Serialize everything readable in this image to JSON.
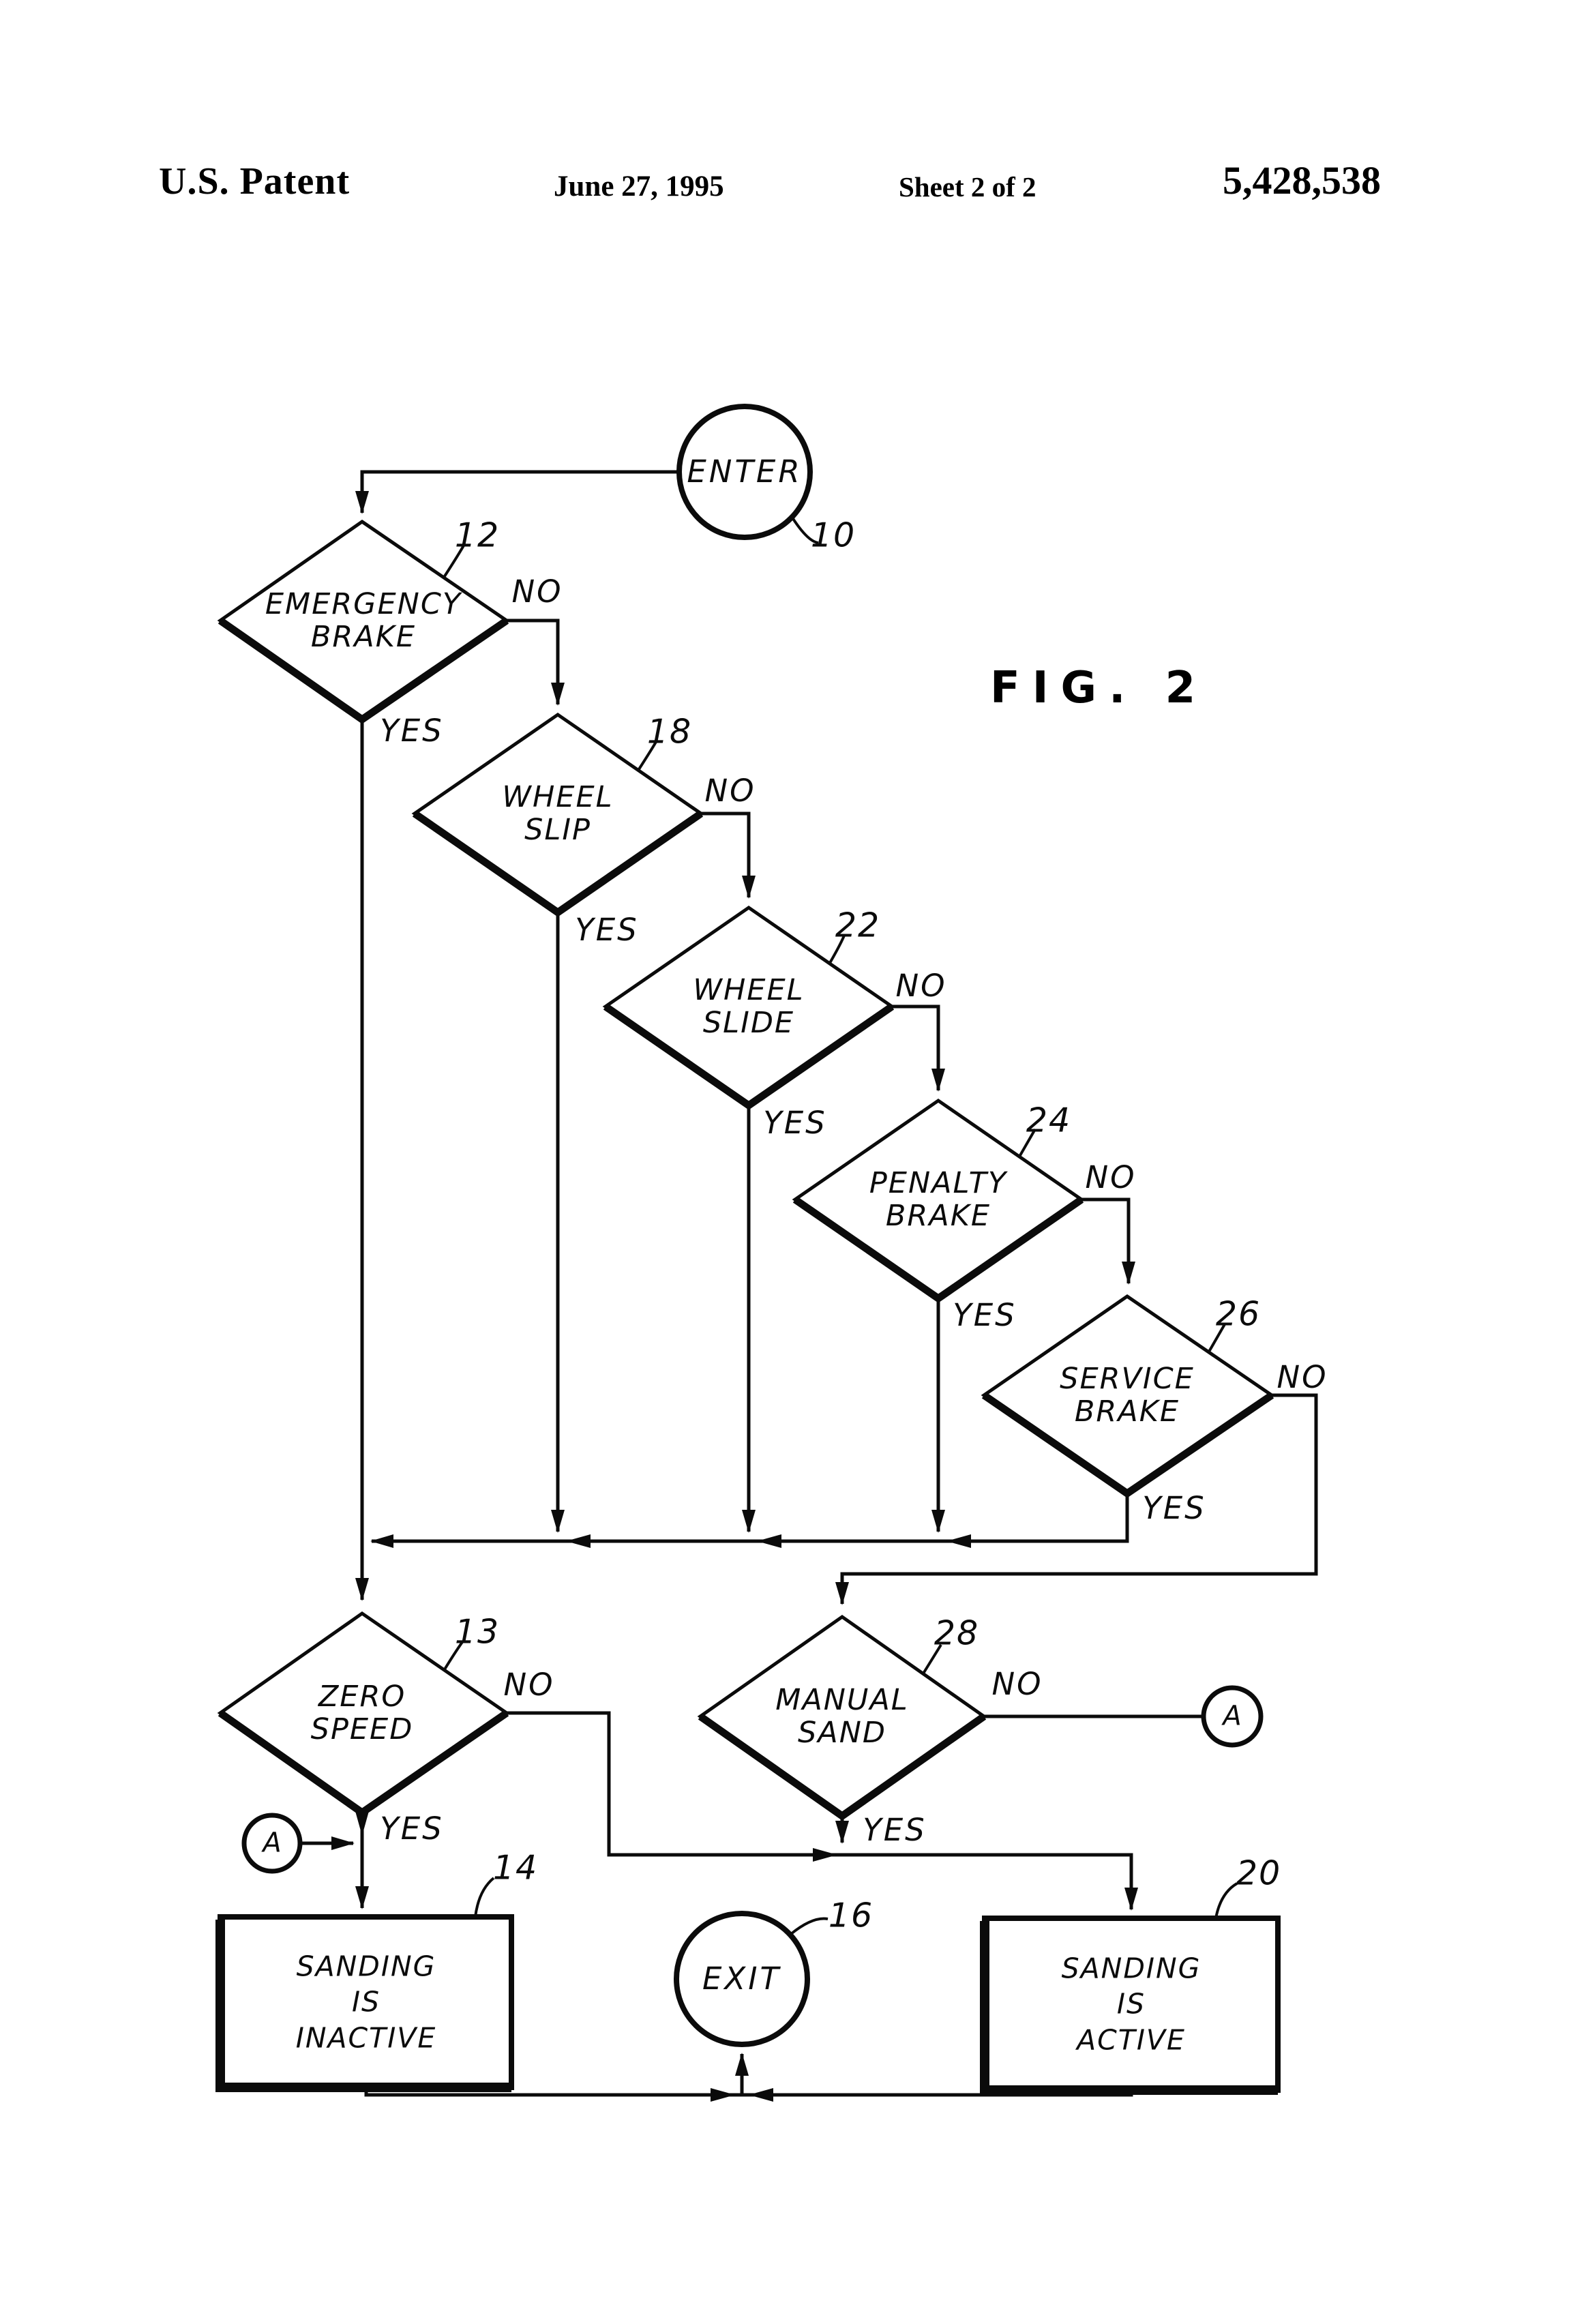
{
  "header": {
    "title": "U.S. Patent",
    "date": "June 27, 1995",
    "sheet": "Sheet 2 of 2",
    "patent_number": "5,428,538"
  },
  "figure_label": "FIG. 2",
  "connector_label": "A",
  "nodes": {
    "enter": {
      "label": "ENTER",
      "ref": "10"
    },
    "emergency_brake": {
      "lines": [
        "EMERGENCY",
        "BRAKE"
      ],
      "ref": "12",
      "no": "NO",
      "yes": "YES"
    },
    "wheel_slip": {
      "lines": [
        "WHEEL",
        "SLIP"
      ],
      "ref": "18",
      "no": "NO",
      "yes": "YES"
    },
    "wheel_slide": {
      "lines": [
        "WHEEL",
        "SLIDE"
      ],
      "ref": "22",
      "no": "NO",
      "yes": "YES"
    },
    "penalty_brake": {
      "lines": [
        "PENALTY",
        "BRAKE"
      ],
      "ref": "24",
      "no": "NO",
      "yes": "YES"
    },
    "service_brake": {
      "lines": [
        "SERVICE",
        "BRAKE"
      ],
      "ref": "26",
      "no": "NO",
      "yes": "YES"
    },
    "zero_speed": {
      "lines": [
        "ZERO",
        "SPEED"
      ],
      "ref": "13",
      "no": "NO",
      "yes": "YES"
    },
    "manual_sand": {
      "lines": [
        "MANUAL",
        "SAND"
      ],
      "ref": "28",
      "no": "NO",
      "yes": "YES"
    },
    "sanding_inactive": {
      "lines": [
        "SANDING",
        "IS",
        "INACTIVE"
      ],
      "ref": "14"
    },
    "sanding_active": {
      "lines": [
        "SANDING",
        "IS",
        "ACTIVE"
      ],
      "ref": "20"
    },
    "exit": {
      "label": "EXIT",
      "ref": "16"
    }
  }
}
